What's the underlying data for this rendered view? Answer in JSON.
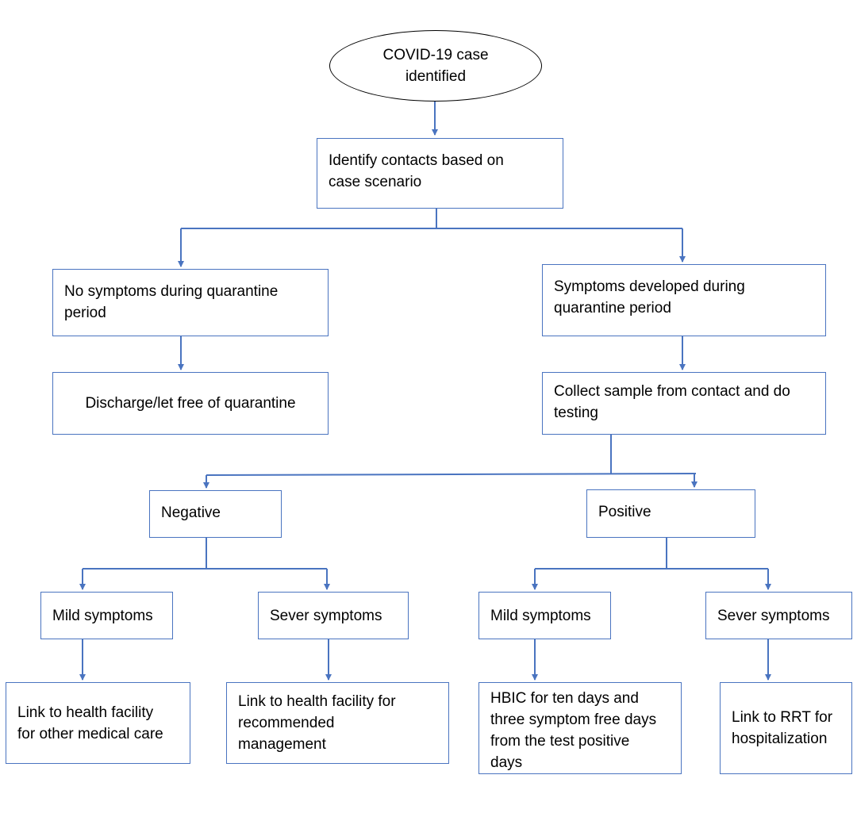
{
  "flowchart": {
    "start": "COVID-19 case\nidentified",
    "identify_contacts": "Identify contacts based on\ncase scenario",
    "no_symptoms": "No symptoms during quarantine\nperiod",
    "discharge": "Discharge/let free of quarantine",
    "symptoms_developed": "Symptoms developed during\nquarantine period",
    "collect_sample": "Collect sample from contact and do\ntesting",
    "negative": "Negative",
    "positive": "Positive",
    "neg_mild": "Mild symptoms",
    "neg_severe": "Sever symptoms",
    "pos_mild": "Mild symptoms",
    "pos_severe": "Sever symptoms",
    "neg_mild_action": "Link to health facility\nfor other medical care",
    "neg_severe_action": "Link to health facility for\nrecommended\nmanagement",
    "pos_mild_action": "HBIC for ten days and\nthree symptom free days\nfrom the test positive\ndays",
    "pos_severe_action": "Link to RRT for\nhospitalization"
  },
  "colors": {
    "connector": "#4a74c0",
    "ellipse_border": "#000000"
  }
}
